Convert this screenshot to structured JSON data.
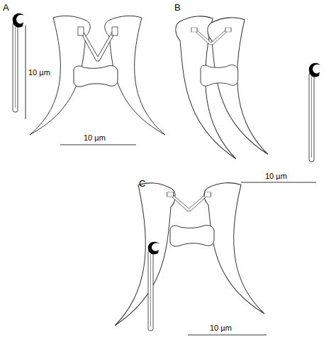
{
  "diagram": {
    "labels": [
      "A",
      "10 µm",
      "10 µm",
      "B",
      "10 µm",
      "C",
      "10 µm"
    ]
  }
}
